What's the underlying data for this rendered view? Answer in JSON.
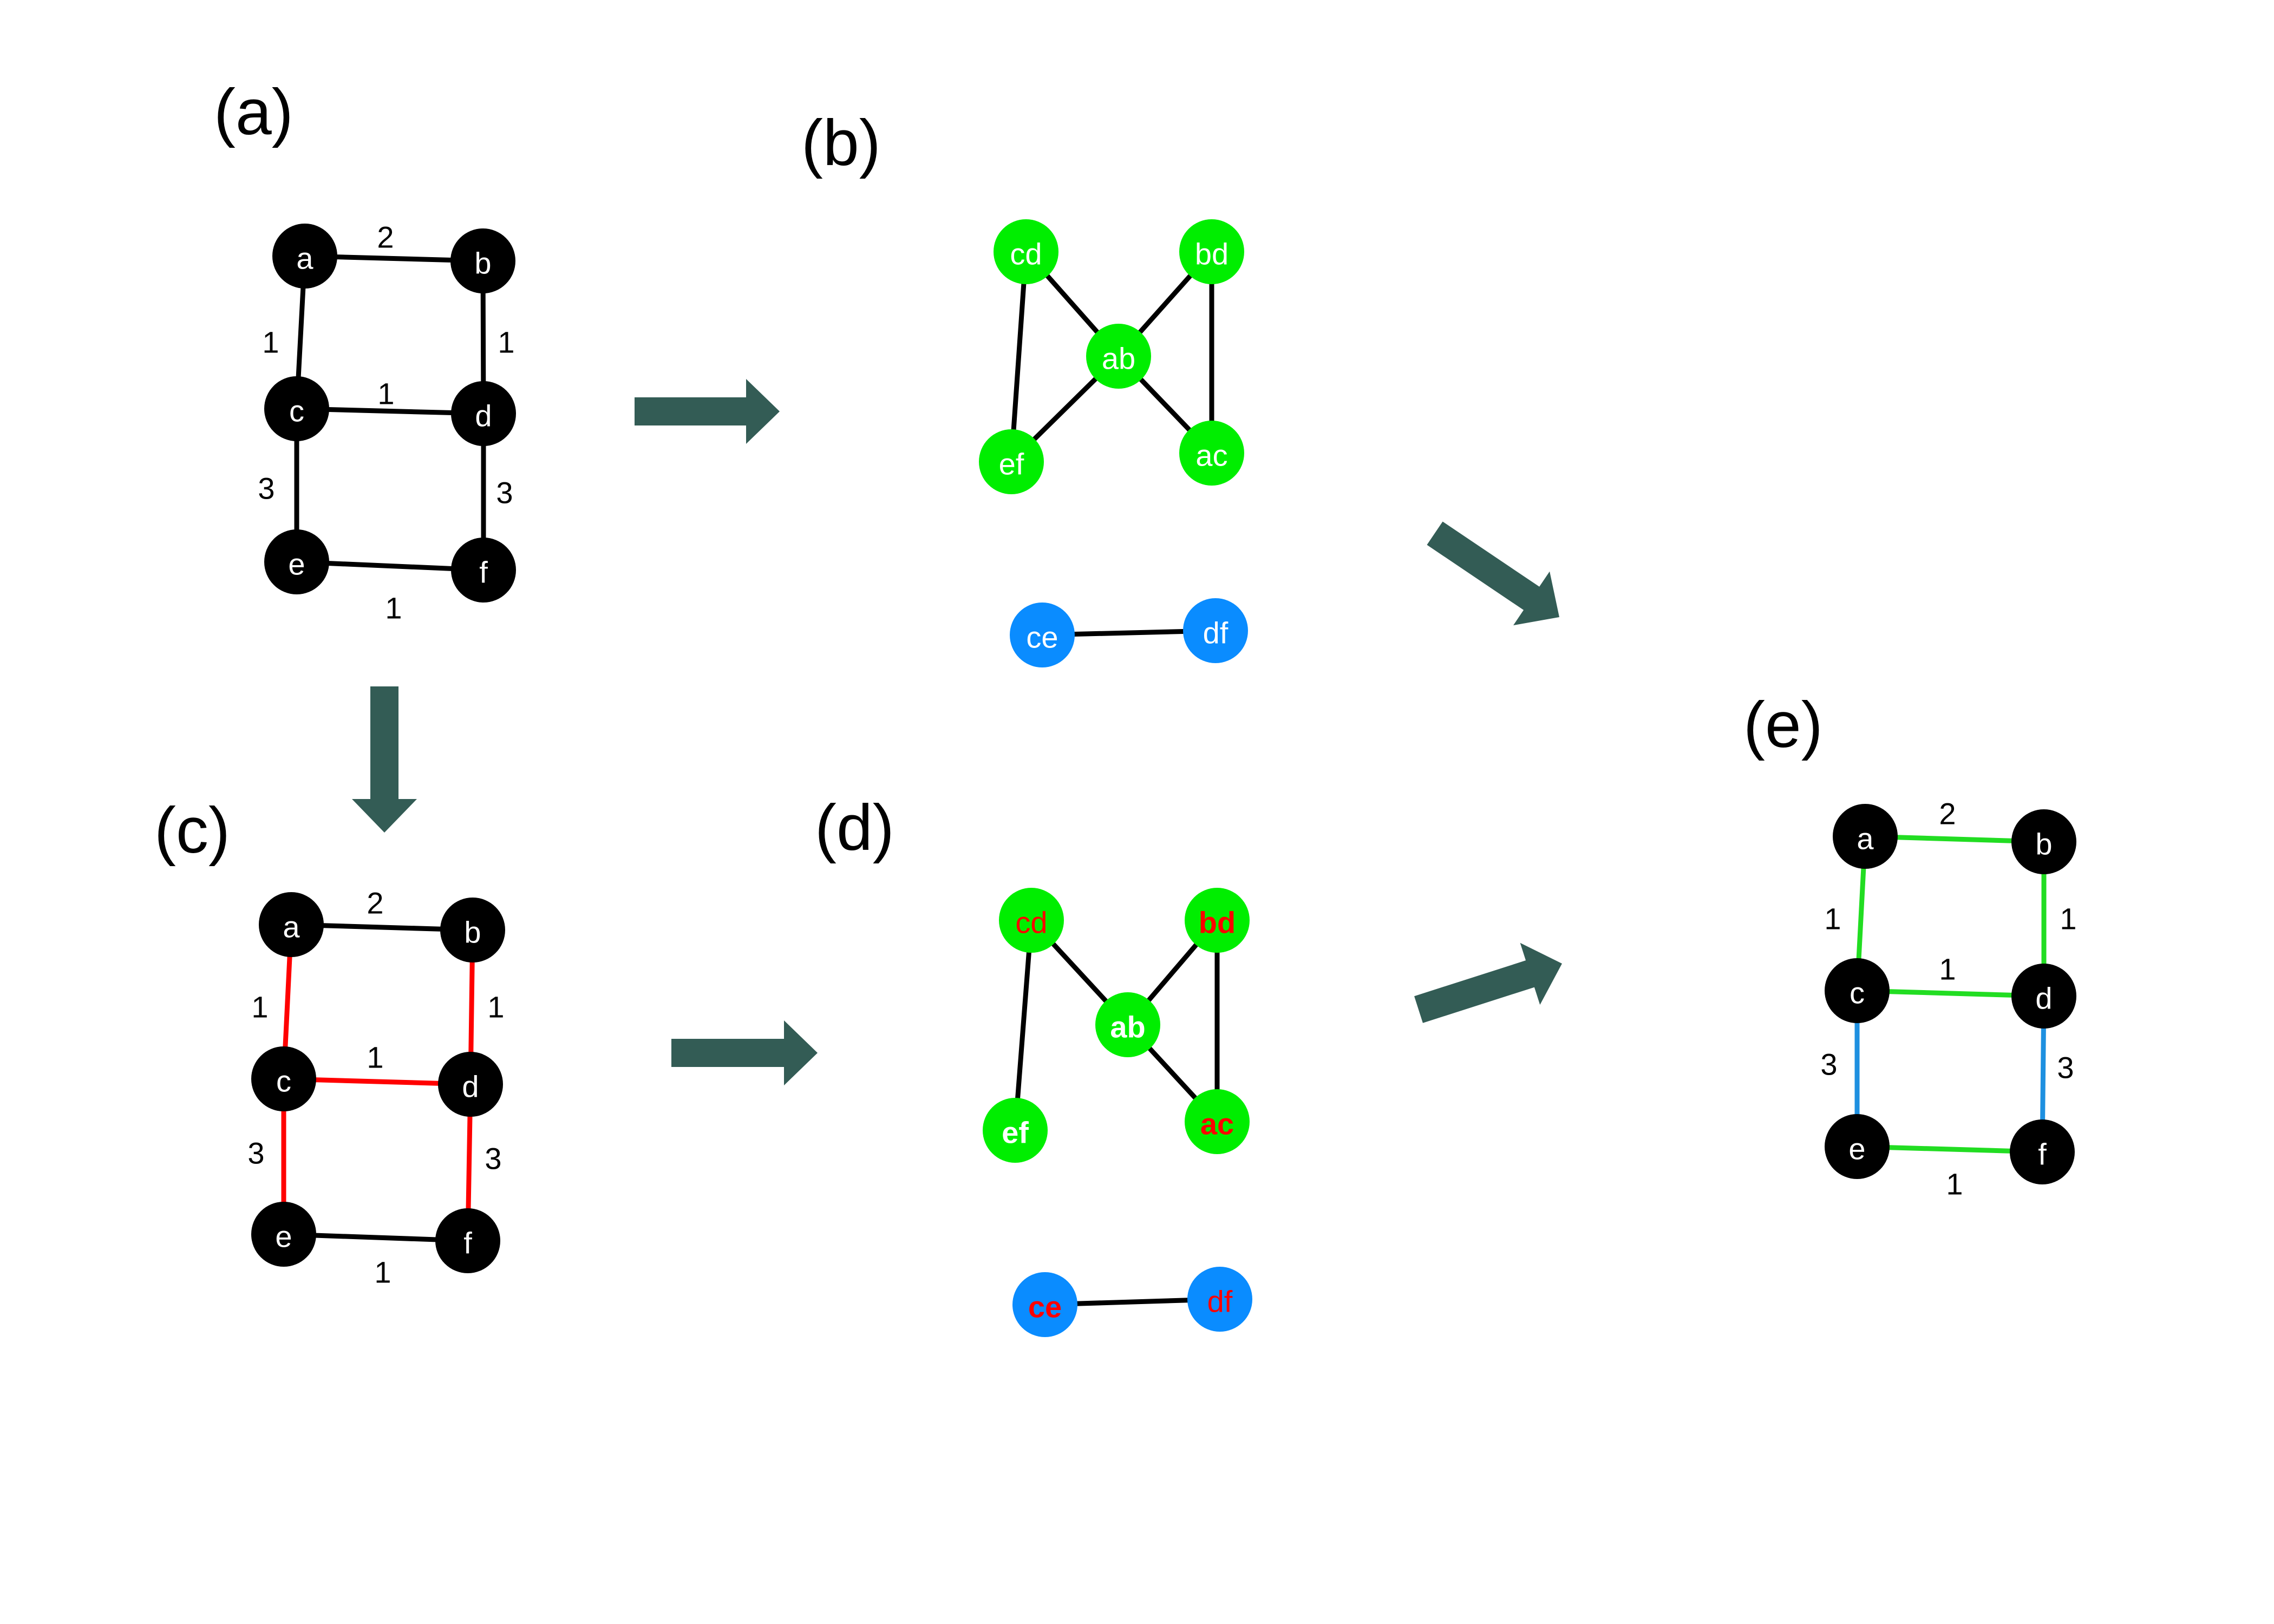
{
  "colors": {
    "black_node": "#000000",
    "green_node": "#00ee00",
    "blue_node": "#0a8cff",
    "red": "#ff0000",
    "green_edge": "#22dd22",
    "blue_edge": "#1e90e0",
    "arrow": "#335c55",
    "white": "#ffffff"
  },
  "panels": [
    {
      "id": "a",
      "label": "(a)",
      "nodes": [
        {
          "id": "a",
          "label": "a"
        },
        {
          "id": "b",
          "label": "b"
        },
        {
          "id": "c",
          "label": "c"
        },
        {
          "id": "d",
          "label": "d"
        },
        {
          "id": "e",
          "label": "e"
        },
        {
          "id": "f",
          "label": "f"
        }
      ],
      "edges": [
        {
          "from": "a",
          "to": "b",
          "weight": "2",
          "color": "black"
        },
        {
          "from": "a",
          "to": "c",
          "weight": "1",
          "color": "black"
        },
        {
          "from": "b",
          "to": "d",
          "weight": "1",
          "color": "black"
        },
        {
          "from": "c",
          "to": "d",
          "weight": "1",
          "color": "black"
        },
        {
          "from": "c",
          "to": "e",
          "weight": "3",
          "color": "black"
        },
        {
          "from": "d",
          "to": "f",
          "weight": "3",
          "color": "black"
        },
        {
          "from": "e",
          "to": "f",
          "weight": "1",
          "color": "black"
        }
      ]
    },
    {
      "id": "b",
      "label": "(b)",
      "nodes": [
        {
          "id": "cd",
          "label": "cd",
          "fill": "green",
          "text": "white"
        },
        {
          "id": "bd",
          "label": "bd",
          "fill": "green",
          "text": "white"
        },
        {
          "id": "ab",
          "label": "ab",
          "fill": "green",
          "text": "white"
        },
        {
          "id": "ef",
          "label": "ef",
          "fill": "green",
          "text": "white"
        },
        {
          "id": "ac",
          "label": "ac",
          "fill": "green",
          "text": "white"
        },
        {
          "id": "ce",
          "label": "ce",
          "fill": "blue",
          "text": "white"
        },
        {
          "id": "df",
          "label": "df",
          "fill": "blue",
          "text": "white"
        }
      ],
      "edges": [
        {
          "from": "cd",
          "to": "ab"
        },
        {
          "from": "cd",
          "to": "ef"
        },
        {
          "from": "ab",
          "to": "ef"
        },
        {
          "from": "bd",
          "to": "ab"
        },
        {
          "from": "bd",
          "to": "ac"
        },
        {
          "from": "ab",
          "to": "ac"
        },
        {
          "from": "ce",
          "to": "df"
        }
      ]
    },
    {
      "id": "c",
      "label": "(c)",
      "nodes": [
        {
          "id": "a",
          "label": "a"
        },
        {
          "id": "b",
          "label": "b"
        },
        {
          "id": "c",
          "label": "c"
        },
        {
          "id": "d",
          "label": "d"
        },
        {
          "id": "e",
          "label": "e"
        },
        {
          "id": "f",
          "label": "f"
        }
      ],
      "edges": [
        {
          "from": "a",
          "to": "b",
          "weight": "2",
          "color": "black"
        },
        {
          "from": "a",
          "to": "c",
          "weight": "1",
          "color": "red"
        },
        {
          "from": "b",
          "to": "d",
          "weight": "1",
          "color": "red"
        },
        {
          "from": "c",
          "to": "d",
          "weight": "1",
          "color": "red"
        },
        {
          "from": "c",
          "to": "e",
          "weight": "3",
          "color": "red"
        },
        {
          "from": "d",
          "to": "f",
          "weight": "3",
          "color": "red"
        },
        {
          "from": "e",
          "to": "f",
          "weight": "1",
          "color": "black"
        }
      ]
    },
    {
      "id": "d",
      "label": "(d)",
      "nodes": [
        {
          "id": "cd",
          "label": "cd",
          "fill": "green",
          "text": "red",
          "bold": false
        },
        {
          "id": "bd",
          "label": "bd",
          "fill": "green",
          "text": "red",
          "bold": true
        },
        {
          "id": "ab",
          "label": "ab",
          "fill": "green",
          "text": "white",
          "bold": true
        },
        {
          "id": "ef",
          "label": "ef",
          "fill": "green",
          "text": "white",
          "bold": true
        },
        {
          "id": "ac",
          "label": "ac",
          "fill": "green",
          "text": "red",
          "bold": true
        },
        {
          "id": "ce",
          "label": "ce",
          "fill": "blue",
          "text": "red",
          "bold": true
        },
        {
          "id": "df",
          "label": "df",
          "fill": "blue",
          "text": "red",
          "bold": false
        }
      ],
      "edges": [
        {
          "from": "cd",
          "to": "ab"
        },
        {
          "from": "cd",
          "to": "ef"
        },
        {
          "from": "bd",
          "to": "ab"
        },
        {
          "from": "bd",
          "to": "ac"
        },
        {
          "from": "ab",
          "to": "ac"
        },
        {
          "from": "ce",
          "to": "df"
        }
      ]
    },
    {
      "id": "e",
      "label": "(e)",
      "nodes": [
        {
          "id": "a",
          "label": "a"
        },
        {
          "id": "b",
          "label": "b"
        },
        {
          "id": "c",
          "label": "c"
        },
        {
          "id": "d",
          "label": "d"
        },
        {
          "id": "e",
          "label": "e"
        },
        {
          "id": "f",
          "label": "f"
        }
      ],
      "edges": [
        {
          "from": "a",
          "to": "b",
          "weight": "2",
          "color": "green"
        },
        {
          "from": "a",
          "to": "c",
          "weight": "1",
          "color": "green"
        },
        {
          "from": "b",
          "to": "d",
          "weight": "1",
          "color": "green"
        },
        {
          "from": "c",
          "to": "d",
          "weight": "1",
          "color": "green"
        },
        {
          "from": "c",
          "to": "e",
          "weight": "3",
          "color": "blue"
        },
        {
          "from": "d",
          "to": "f",
          "weight": "3",
          "color": "blue"
        },
        {
          "from": "e",
          "to": "f",
          "weight": "1",
          "color": "green"
        }
      ]
    }
  ],
  "arrows": [
    {
      "from_panel": "a",
      "to_panel": "b"
    },
    {
      "from_panel": "a",
      "to_panel": "c"
    },
    {
      "from_panel": "b",
      "to_panel": "e"
    },
    {
      "from_panel": "c",
      "to_panel": "d"
    },
    {
      "from_panel": "d",
      "to_panel": "e"
    }
  ]
}
